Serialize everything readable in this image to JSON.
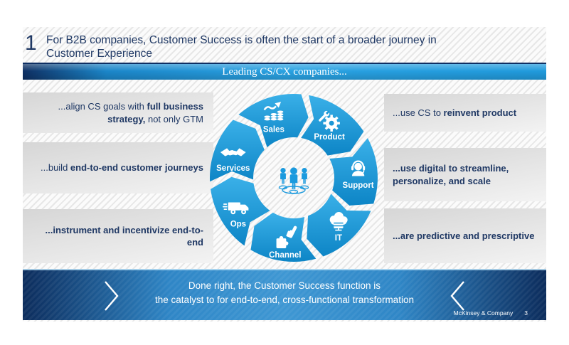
{
  "slide": {
    "number_label": "1",
    "title": "For B2B companies, Customer Success is often the start of a broader journey in Customer Experience",
    "brand": "McKinsey & Company",
    "page_number": "3"
  },
  "top_banner": {
    "label": "Leading CS/CX companies..."
  },
  "left_blocks": [
    {
      "parts": [
        {
          "text": "...align CS goals with ",
          "bold": false
        },
        {
          "text": "full business strategy,",
          "bold": true
        },
        {
          "text": " not only GTM",
          "bold": false
        }
      ]
    },
    {
      "parts": [
        {
          "text": "...build ",
          "bold": false
        },
        {
          "text": "end-to-end customer journeys",
          "bold": true
        }
      ]
    },
    {
      "parts": [
        {
          "text": "...instrument and incentivize end-to-end",
          "bold": true
        }
      ]
    }
  ],
  "right_blocks": [
    {
      "parts": [
        {
          "text": "...use CS to ",
          "bold": false
        },
        {
          "text": "reinvent product",
          "bold": true
        }
      ]
    },
    {
      "parts": [
        {
          "text": "...use digital to streamline, personalize, and scale",
          "bold": true
        }
      ]
    },
    {
      "parts": [
        {
          "text": "...are predictive and prescriptive",
          "bold": true
        }
      ]
    }
  ],
  "diagram": {
    "center_icon": "team-people-icon",
    "segments": [
      {
        "label": "Sales",
        "icon": "sales-growth-coins-icon"
      },
      {
        "label": "Product",
        "icon": "product-gear-wrench-icon"
      },
      {
        "label": "Support",
        "icon": "support-headset-icon"
      },
      {
        "label": "IT",
        "icon": "it-cloud-server-icon"
      },
      {
        "label": "Channel",
        "icon": "channel-puzzle-icon"
      },
      {
        "label": "Ops",
        "icon": "ops-truck-icon"
      },
      {
        "label": "Services",
        "icon": "services-handshake-icon"
      }
    ]
  },
  "bottom_banner": {
    "line1": "Done right, the Customer Success function is",
    "line2": "the catalyst to for end-to-end, cross-functional transformation",
    "left_icon": "chevron-right-icon",
    "right_icon": "chevron-left-icon"
  },
  "colors": {
    "accent_blue": "#1b9de0",
    "accent_blue_dark": "#0d85c6",
    "navy_text": "#1f3864",
    "banner_navy": "#0e2f63",
    "block_gray": "#d6d6d6"
  }
}
